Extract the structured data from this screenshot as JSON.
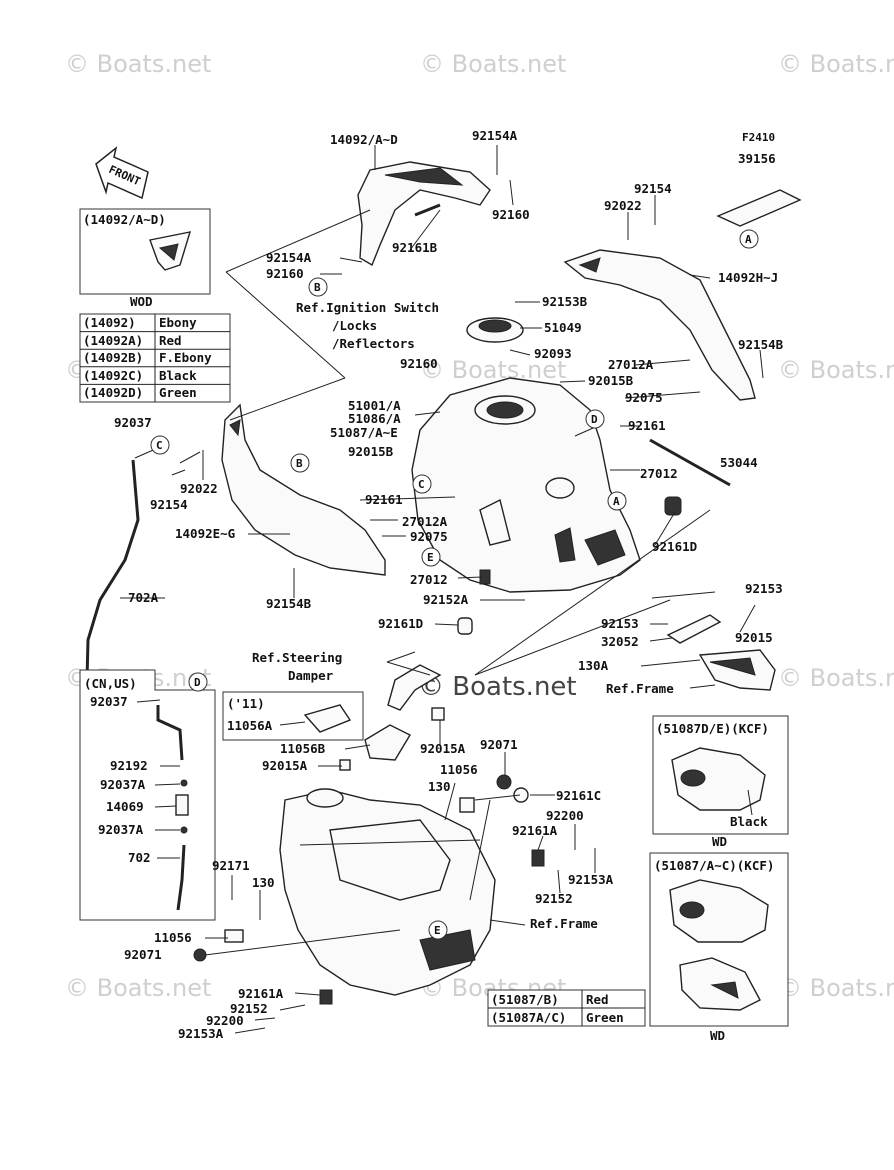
{
  "watermark": "© Boats.net",
  "watermark_center": "© Boats.net",
  "fig_code": "F2410",
  "front_label": "FRONT",
  "inset_wod": {
    "title": "(14092/A~D)",
    "caption": "WOD"
  },
  "color_table_14092": [
    {
      "code": "(14092)",
      "color": "Ebony"
    },
    {
      "code": "(14092A)",
      "color": "Red"
    },
    {
      "code": "(14092B)",
      "color": "F.Ebony"
    },
    {
      "code": "(14092C)",
      "color": "Black"
    },
    {
      "code": "(14092D)",
      "color": "Green"
    }
  ],
  "inset_cn_us": {
    "title": "(CN,US)"
  },
  "inset_11": {
    "title": "('11)",
    "part": "11056A"
  },
  "inset_kcf_de": {
    "title": "(51087D/E)(KCF)",
    "color": "Black",
    "caption": "WD"
  },
  "inset_kcf_ac": {
    "title": "(51087/A~C)(KCF)",
    "caption": "WD"
  },
  "color_table_51087": [
    {
      "code": "(51087/B)",
      "color": "Red"
    },
    {
      "code": "(51087A/C)",
      "color": "Green"
    }
  ],
  "refs": {
    "ignition": [
      "Ref.Ignition Switch",
      "/Locks",
      "/Reflectors"
    ],
    "steering": [
      "Ref.Steering",
      "Damper"
    ],
    "frame_top": "Ref.Frame",
    "frame_bottom": "Ref.Frame"
  },
  "callouts": [
    "A",
    "B",
    "C",
    "D",
    "E"
  ],
  "parts": {
    "p14092AD": "14092/A~D",
    "p92154A_top": "92154A",
    "p92160_top": "92160",
    "p92161B": "92161B",
    "p92154A_left": "92154A",
    "p92160_left": "92160",
    "p39156": "39156",
    "p92154_r": "92154",
    "p92022_r": "92022",
    "p14092HJ": "14092H~J",
    "p92153B": "92153B",
    "p51049": "51049",
    "p92093": "92093",
    "p92160_mid": "92160",
    "p27012A_r": "27012A",
    "p92154B_r": "92154B",
    "p92015B_r": "92015B",
    "p92075_r": "92075",
    "p51001A": "51001/A",
    "p51086A": "51086/A",
    "p51087AE": "51087/A~E",
    "p92161_r": "92161",
    "p92015B_l": "92015B",
    "p53044": "53044",
    "p27012_r": "27012",
    "p92037_top": "92037",
    "p92161_l": "92161",
    "p92154_l": "92154",
    "p92022_l": "92022",
    "p27012A_l": "27012A",
    "p14092EG": "14092E~G",
    "p92075_l": "92075",
    "p92161D_r": "92161D",
    "p27012_l": "27012",
    "p702A": "702A",
    "p92152A": "92152A",
    "p92154B_l": "92154B",
    "p92153_r": "92153",
    "p92161D_l": "92161D",
    "p92153_m": "92153",
    "p32052": "32052",
    "p92015_r": "92015",
    "p130A": "130A",
    "p92037_in": "92037",
    "p92192": "92192",
    "p92037A_1": "92037A",
    "p14069": "14069",
    "p92037A_2": "92037A",
    "p702": "702",
    "p11056B": "11056B",
    "p92015A_l": "92015A",
    "p92015A_r": "92015A",
    "p92071_r": "92071",
    "p11056_r": "11056",
    "p130_r": "130",
    "p92161C": "92161C",
    "p92200_r": "92200",
    "p92161A_r": "92161A",
    "p92153A_r": "92153A",
    "p92152_r": "92152",
    "p92171": "92171",
    "p130_l": "130",
    "p11056_l": "11056",
    "p92071_l": "92071",
    "p92161A_l": "92161A",
    "p92152_l": "92152",
    "p92200_l": "92200",
    "p92153A_l": "92153A"
  }
}
